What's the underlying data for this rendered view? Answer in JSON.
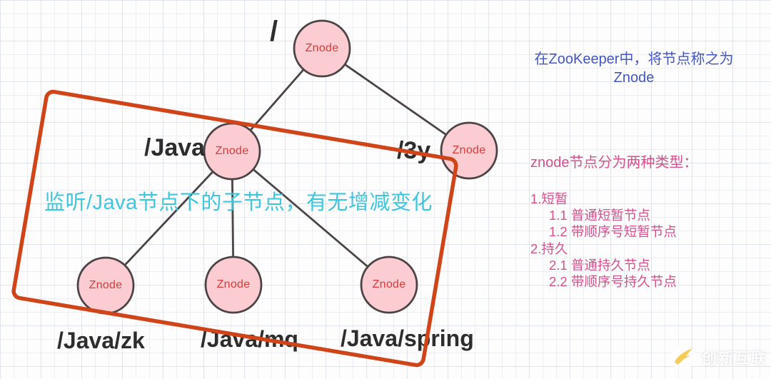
{
  "colors": {
    "node_fill": "#fbcdd2",
    "node_stroke": "#4b4345",
    "node_text": "#d43c3c",
    "edge_color": "#4b4446",
    "highlight_box": "#cf4519",
    "watch_note": "#3ec6dd",
    "naming_note": "#4356c4",
    "types_text": "#d6508e",
    "path_label": "#2d2d2d",
    "watermark_accent": "#f2c43d"
  },
  "tree": {
    "nodes": [
      {
        "id": "root",
        "path_label": "/",
        "circle_label": "Znode"
      },
      {
        "id": "java",
        "path_label": "/Java",
        "circle_label": "Znode"
      },
      {
        "id": "3y",
        "path_label": "/3y",
        "circle_label": "Znode"
      },
      {
        "id": "java-zk",
        "path_label": "/Java/zk",
        "circle_label": "Znode"
      },
      {
        "id": "java-mq",
        "path_label": "/Java/mq",
        "circle_label": "Znode"
      },
      {
        "id": "java-spring",
        "path_label": "/Java/spring",
        "circle_label": "Znode"
      }
    ],
    "edges": [
      [
        "root",
        "java"
      ],
      [
        "root",
        "3y"
      ],
      [
        "java",
        "java-zk"
      ],
      [
        "java",
        "java-mq"
      ],
      [
        "java",
        "java-spring"
      ]
    ]
  },
  "annotations": {
    "watch_note": "监听/Java节点下的子节点，有无增减变化",
    "naming_note_line1": "在ZooKeeper中，将节点称之为",
    "naming_note_line2": "Znode",
    "types_title": "znode节点分为两种类型：",
    "types_list": [
      {
        "label": "1.短暂",
        "indent": 0
      },
      {
        "label": "1.1 普通短暂节点",
        "indent": 1
      },
      {
        "label": "1.2 带顺序号短暂节点",
        "indent": 1
      },
      {
        "label": "2.持久",
        "indent": 0
      },
      {
        "label": "2.1 普通持久节点",
        "indent": 1
      },
      {
        "label": "2.2 带顺序号持久节点",
        "indent": 1
      }
    ]
  },
  "watermark": {
    "text": "创新互联"
  }
}
